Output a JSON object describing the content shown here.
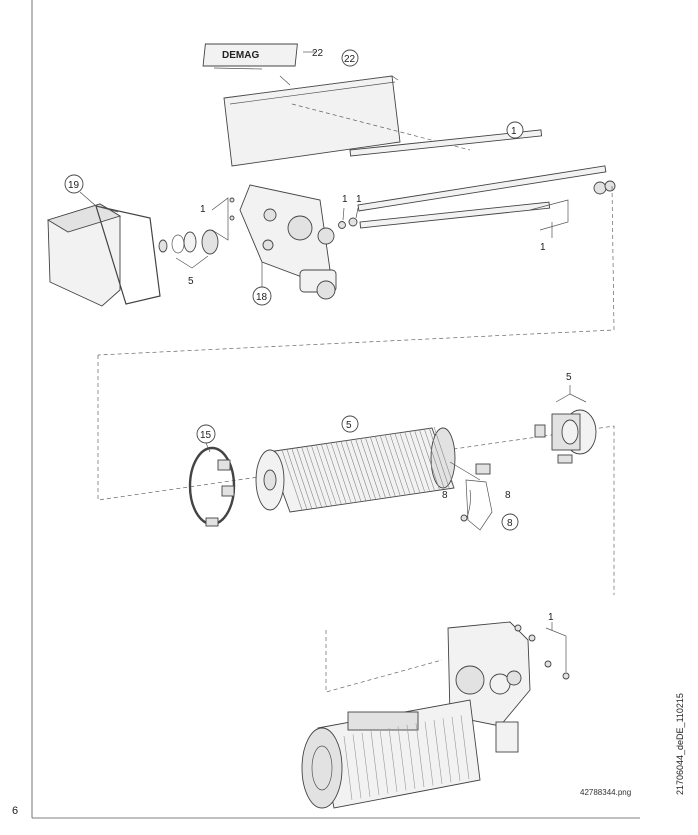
{
  "page_number": "6",
  "image_file": "42788344.png",
  "document_id": "21706044_deDE_110215",
  "logo_text": "DEMAG",
  "labels": {
    "cover_top": "22",
    "cover": "22",
    "rod_top": "1",
    "screw_box": "1",
    "bolt_a": "1",
    "bolt_b": "1",
    "rods_bottom": "1",
    "box_cover": "19",
    "bearing_set": "5",
    "housing": "18",
    "drum": "5",
    "drum_end": "5",
    "clamp": "15",
    "chain_a": "8",
    "chain_b": "8",
    "chain_c": "8",
    "motor_bolts": "1"
  }
}
